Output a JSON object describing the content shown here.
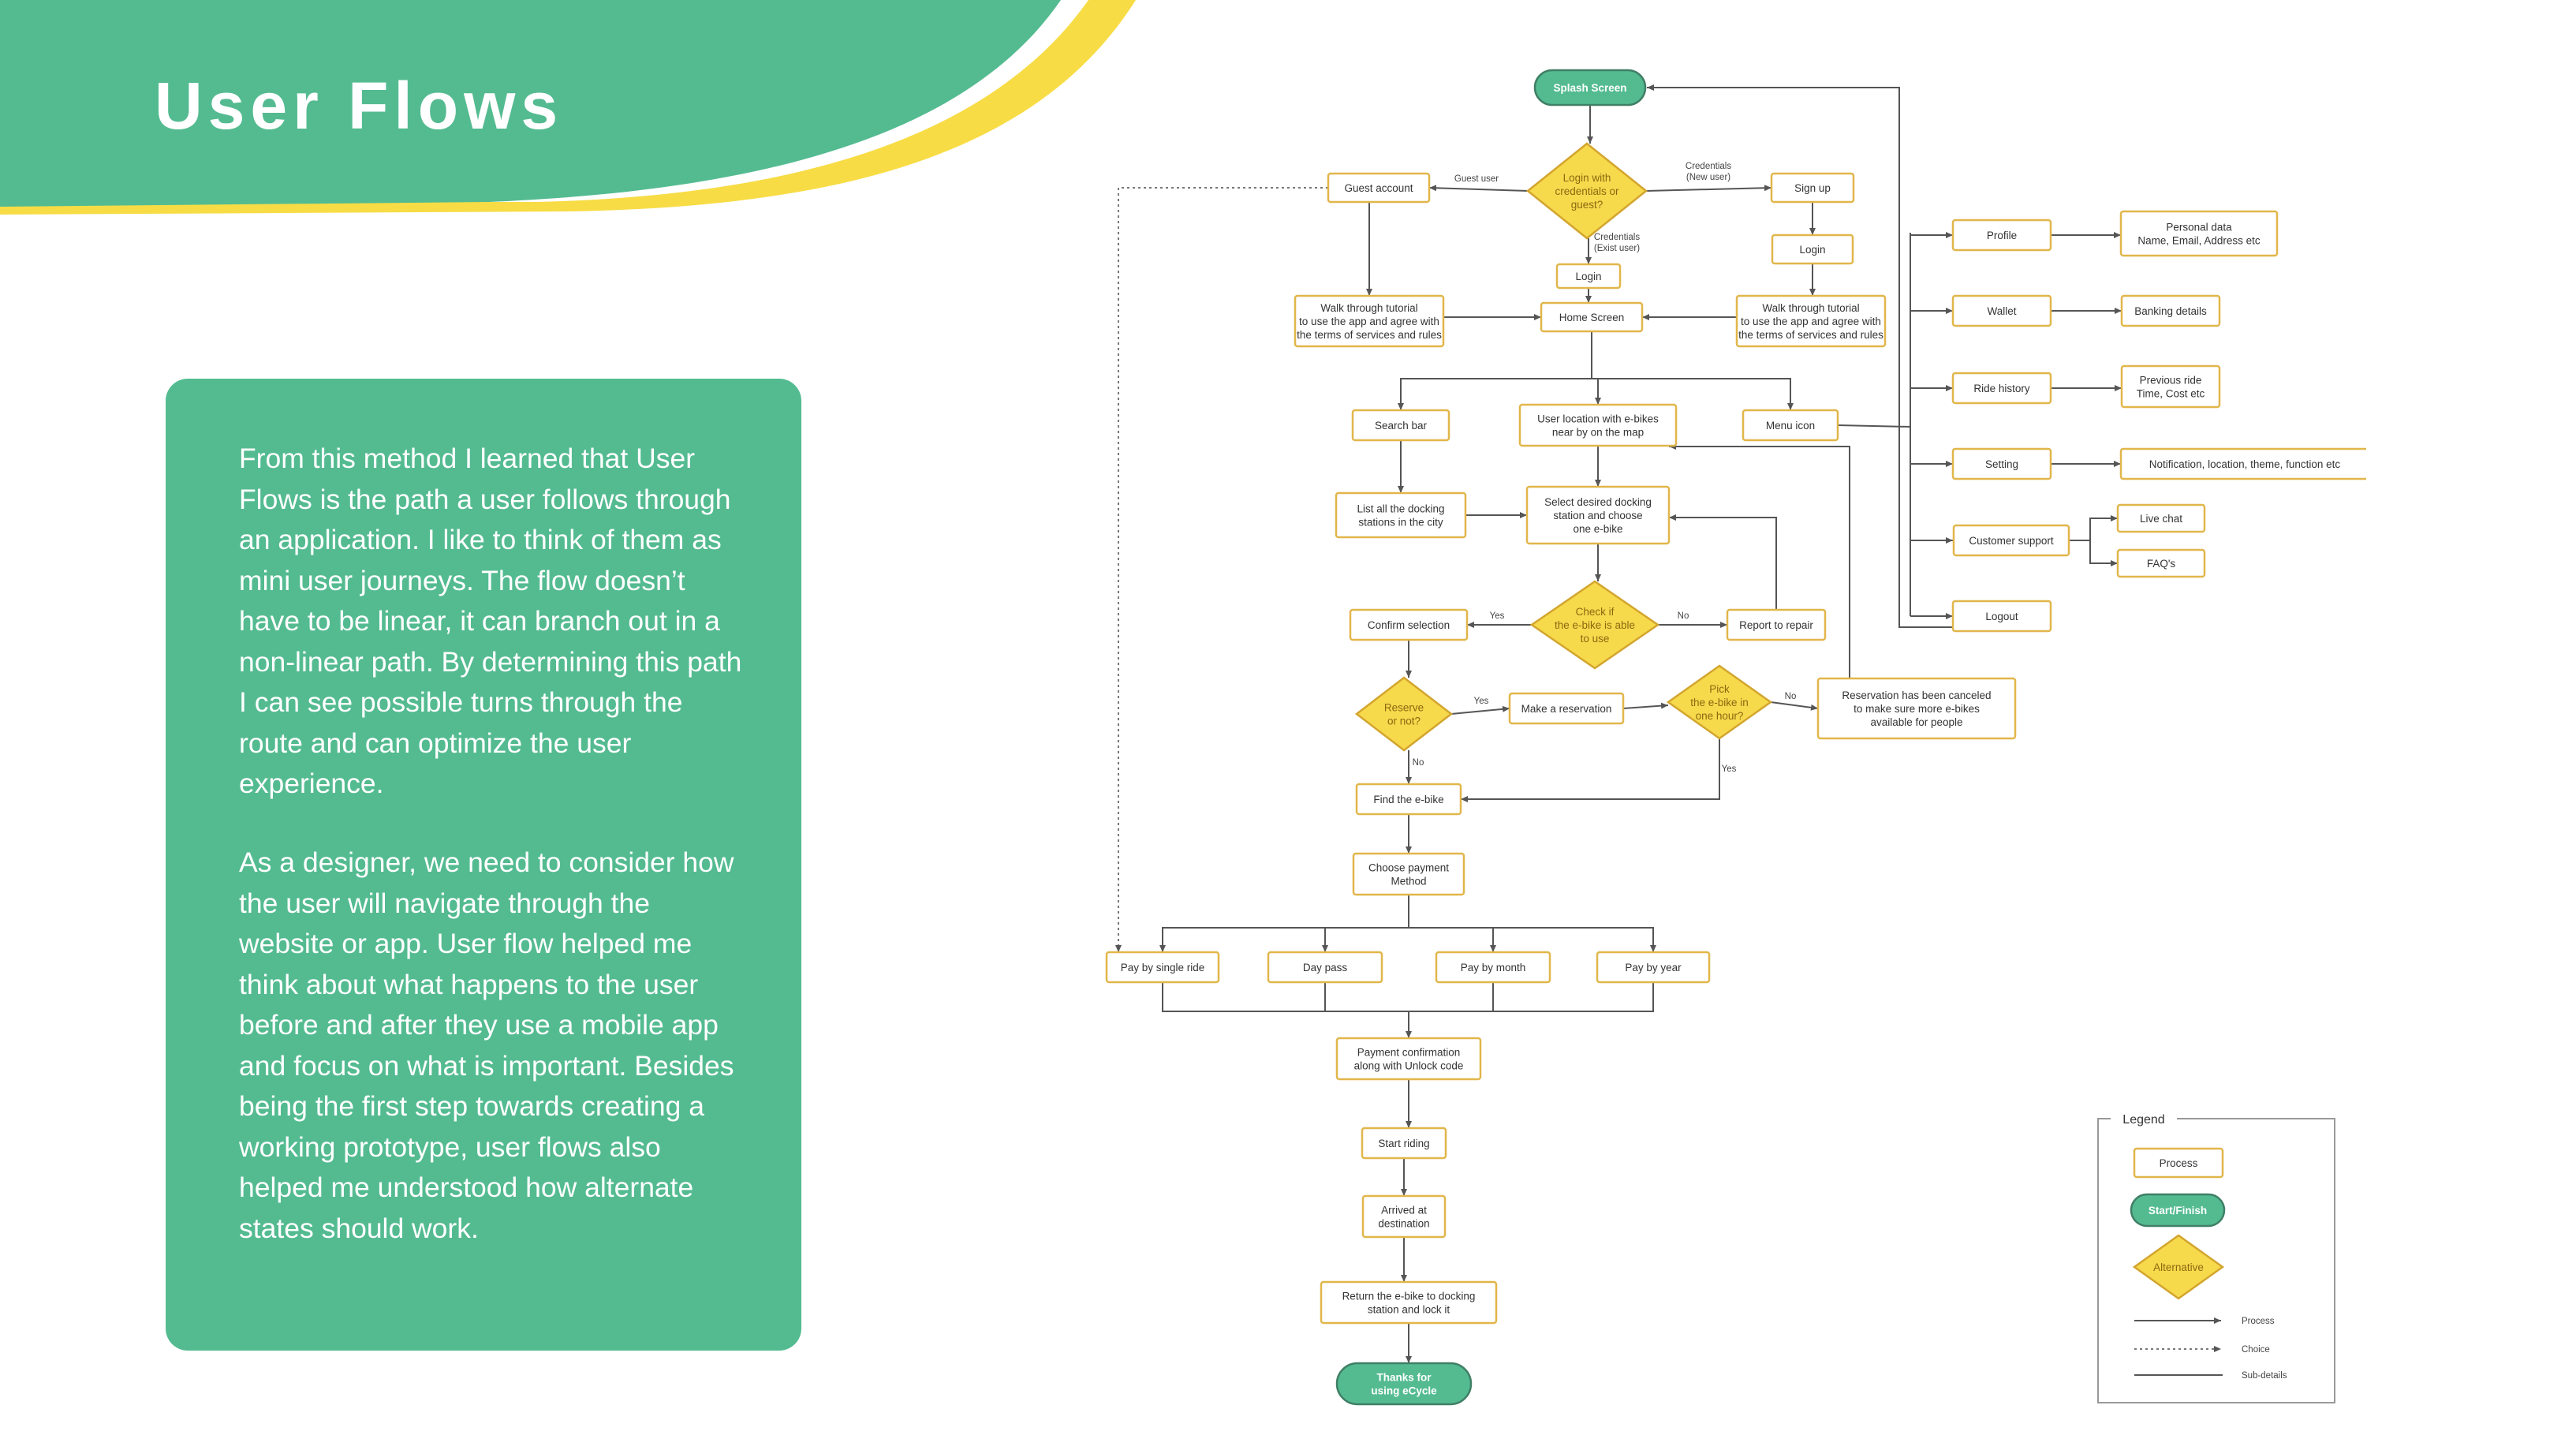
{
  "page": {
    "title": "User Flows",
    "paragraphs": [
      "From this method I learned that User Flows is the path a user follows through an application. I like to think of them as mini user journeys. The flow doesn’t have to be linear, it can branch out in a non-linear path. By determining this path I can see possible turns through the route and can optimize the user experience.",
      "As a designer, we need to consider how the user will navigate through the website or app. User flow helped me think about what happens to the user before and after they use a mobile app and focus on what is important. Besides being the first step towards creating a working prototype, user flows also helped me understood how alternate states should work."
    ]
  },
  "colors": {
    "green": "#54bb91",
    "yellow": "#f7d94c",
    "node_border": "#e1b64a",
    "text_white": "#ffffff"
  },
  "flowchart": {
    "nodes": [
      {
        "id": "splash",
        "kind": "start",
        "lines": [
          "Splash Screen"
        ]
      },
      {
        "id": "login_q",
        "kind": "decision",
        "lines": [
          "Login with",
          "credentials or",
          "guest?"
        ]
      },
      {
        "id": "guest",
        "kind": "process",
        "lines": [
          "Guest account"
        ]
      },
      {
        "id": "signup",
        "kind": "process",
        "lines": [
          "Sign up"
        ]
      },
      {
        "id": "login1",
        "kind": "process",
        "lines": [
          "Login"
        ]
      },
      {
        "id": "login2",
        "kind": "process",
        "lines": [
          "Login"
        ]
      },
      {
        "id": "tut_l",
        "kind": "process",
        "lines": [
          "Walk through tutorial",
          "to use the app and agree with",
          "the terms of services and rules"
        ]
      },
      {
        "id": "home",
        "kind": "process",
        "lines": [
          "Home Screen"
        ]
      },
      {
        "id": "tut_r",
        "kind": "process",
        "lines": [
          "Walk through tutorial",
          "to use the app and agree with",
          "the terms of services and rules"
        ]
      },
      {
        "id": "search",
        "kind": "process",
        "lines": [
          "Search bar"
        ]
      },
      {
        "id": "location",
        "kind": "process",
        "lines": [
          "User location with e-bikes",
          "near by on the map"
        ]
      },
      {
        "id": "menu",
        "kind": "process",
        "lines": [
          "Menu icon"
        ]
      },
      {
        "id": "list",
        "kind": "process",
        "lines": [
          "List all the docking",
          "stations in the city"
        ]
      },
      {
        "id": "select",
        "kind": "process",
        "lines": [
          "Select desired docking",
          "station and choose",
          "one e-bike"
        ]
      },
      {
        "id": "check",
        "kind": "decision",
        "lines": [
          "Check if",
          "the e-bike is able",
          "to use"
        ]
      },
      {
        "id": "confirm",
        "kind": "process",
        "lines": [
          "Confirm selection"
        ]
      },
      {
        "id": "repair",
        "kind": "process",
        "lines": [
          "Report to repair"
        ]
      },
      {
        "id": "reserve_q",
        "kind": "decision",
        "lines": [
          "Reserve",
          "or not?"
        ]
      },
      {
        "id": "reservation",
        "kind": "process",
        "lines": [
          "Make a reservation"
        ]
      },
      {
        "id": "pick_q",
        "kind": "decision",
        "lines": [
          "Pick",
          "the e-bike in",
          "one hour?"
        ]
      },
      {
        "id": "canceled",
        "kind": "process",
        "lines": [
          "Reservation has been canceled",
          "to make sure more e-bikes",
          "available for people"
        ]
      },
      {
        "id": "find",
        "kind": "process",
        "lines": [
          "Find the e-bike"
        ]
      },
      {
        "id": "payment",
        "kind": "process",
        "lines": [
          "Choose payment",
          "Method"
        ]
      },
      {
        "id": "single",
        "kind": "process",
        "lines": [
          "Pay by single ride"
        ]
      },
      {
        "id": "day",
        "kind": "process",
        "lines": [
          "Day pass"
        ]
      },
      {
        "id": "month",
        "kind": "process",
        "lines": [
          "Pay by month"
        ]
      },
      {
        "id": "year",
        "kind": "process",
        "lines": [
          "Pay by year"
        ]
      },
      {
        "id": "payconf",
        "kind": "process",
        "lines": [
          "Payment confirmation",
          "along with Unlock code"
        ]
      },
      {
        "id": "riding",
        "kind": "process",
        "lines": [
          "Start riding"
        ]
      },
      {
        "id": "arrived",
        "kind": "process",
        "lines": [
          "Arrived at",
          "destination"
        ]
      },
      {
        "id": "return",
        "kind": "process",
        "lines": [
          "Return the e-bike to docking",
          "station and lock it"
        ]
      },
      {
        "id": "thanks",
        "kind": "start",
        "lines": [
          "Thanks for",
          "using eCycle"
        ]
      },
      {
        "id": "profile",
        "kind": "process",
        "lines": [
          "Profile"
        ]
      },
      {
        "id": "wallet",
        "kind": "process",
        "lines": [
          "Wallet"
        ]
      },
      {
        "id": "history",
        "kind": "process",
        "lines": [
          "Ride history"
        ]
      },
      {
        "id": "setting",
        "kind": "process",
        "lines": [
          "Setting"
        ]
      },
      {
        "id": "support",
        "kind": "process",
        "lines": [
          "Customer support"
        ]
      },
      {
        "id": "logout",
        "kind": "process",
        "lines": [
          "Logout"
        ]
      },
      {
        "id": "personal",
        "kind": "process",
        "lines": [
          "Personal data",
          "Name, Email, Address etc"
        ]
      },
      {
        "id": "banking",
        "kind": "process",
        "lines": [
          "Banking details"
        ]
      },
      {
        "id": "previous",
        "kind": "process",
        "lines": [
          "Previous ride",
          "Time, Cost etc"
        ]
      },
      {
        "id": "notif",
        "kind": "process",
        "lines": [
          "Notification, location, theme, function etc"
        ]
      },
      {
        "id": "livechat",
        "kind": "process",
        "lines": [
          "Live chat"
        ]
      },
      {
        "id": "faq",
        "kind": "process",
        "lines": [
          "FAQ's"
        ]
      }
    ],
    "edge_labels": [
      {
        "id": "guest_user",
        "lines": [
          "Guest user"
        ]
      },
      {
        "id": "cred_new",
        "lines": [
          "Credentials",
          "(New user)"
        ]
      },
      {
        "id": "cred_exist",
        "lines": [
          "Credentials",
          "(Exist user)"
        ]
      },
      {
        "id": "yes_check",
        "lines": [
          "Yes"
        ]
      },
      {
        "id": "no_check",
        "lines": [
          "No"
        ]
      },
      {
        "id": "yes_reserve",
        "lines": [
          "Yes"
        ]
      },
      {
        "id": "no_reserve",
        "lines": [
          "No"
        ]
      },
      {
        "id": "no_pick",
        "lines": [
          "No"
        ]
      },
      {
        "id": "yes_pick",
        "lines": [
          "Yes"
        ]
      }
    ],
    "legend": {
      "title": "Legend",
      "process": "Process",
      "start_finish": "Start/Finish",
      "alternative": "Alternative",
      "arrow_process": "Process",
      "arrow_choice": "Choice",
      "arrow_sub": "Sub-details"
    }
  }
}
